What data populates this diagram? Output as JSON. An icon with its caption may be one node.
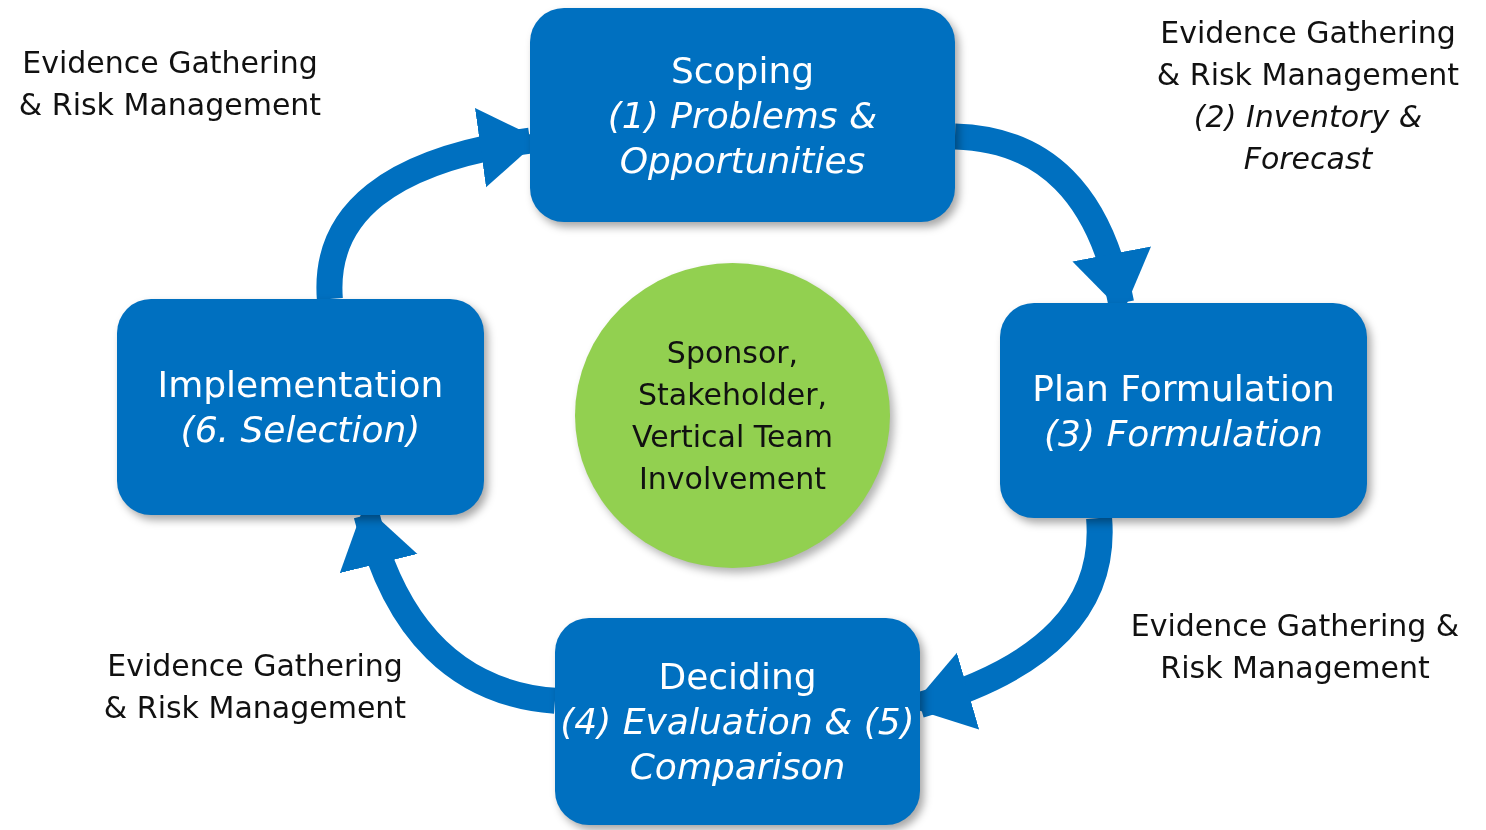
{
  "diagram": {
    "nodes": [
      {
        "text": [
          "Scoping",
          "(1) Problems & Opportunities"
        ]
      },
      {
        "text": [
          "Plan Formulation",
          "(3) Formulation"
        ]
      },
      {
        "text": [
          "Deciding",
          "(4) Evaluation & (5) Comparison"
        ]
      },
      {
        "text": [
          "Implementation",
          "(6. Selection)"
        ]
      },
      {
        "text": [
          "Sponsor, Stakeholder, Vertical Team Involvement"
        ]
      }
    ],
    "edges": [
      {
        "from": 0,
        "to": 1,
        "arrow": "to",
        "label": "Evidence Gathering & Risk Management *(2) Inventory & Forecast*"
      },
      {
        "from": 1,
        "to": 2,
        "arrow": "to",
        "label": "Evidence Gathering & Risk Management"
      },
      {
        "from": 2,
        "to": 3,
        "arrow": "to",
        "label": "Evidence Gathering & Risk Management"
      },
      {
        "from": 3,
        "to": 0,
        "arrow": "to",
        "label": "Evidence Gathering & Risk Management"
      }
    ]
  }
}
